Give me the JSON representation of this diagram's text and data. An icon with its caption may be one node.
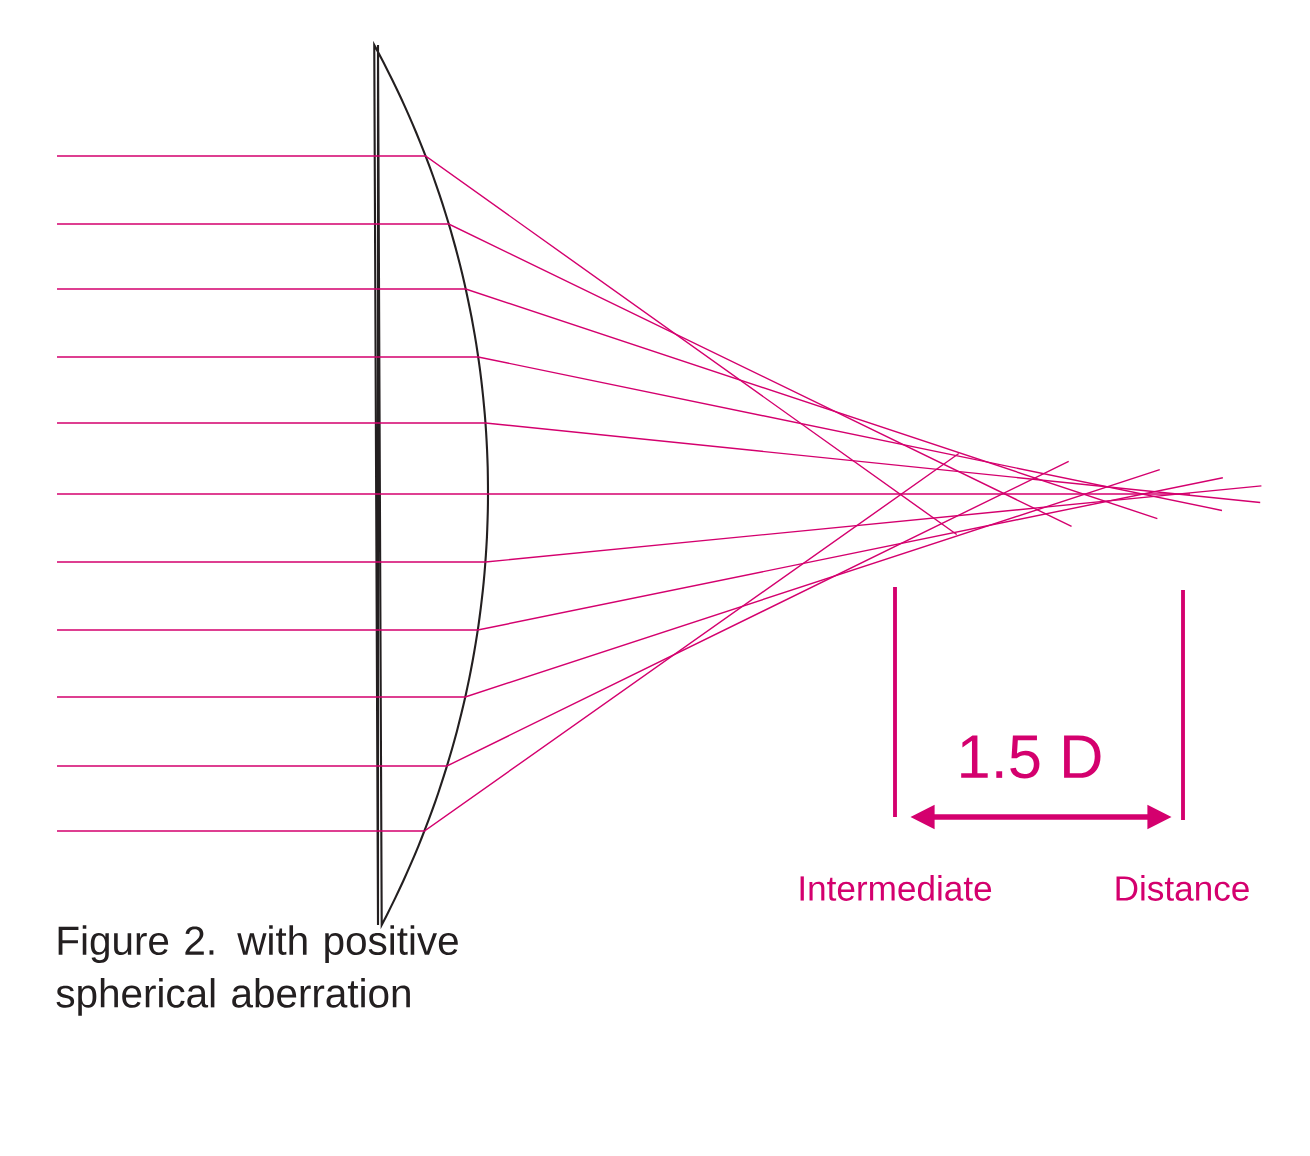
{
  "diagram": {
    "caption": "Figure 2. with positive spherical aberration",
    "labels": [
      "1.5 D",
      "Intermediate",
      "Distance"
    ]
  }
}
